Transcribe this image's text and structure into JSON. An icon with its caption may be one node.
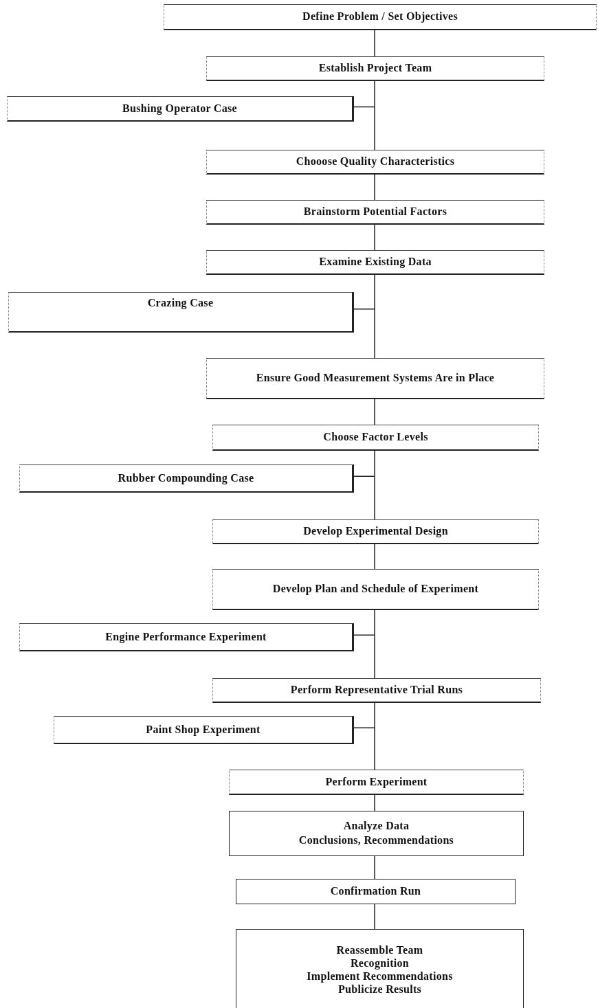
{
  "diagram": {
    "nodes": [
      {
        "text": [
          "Define Problem / Set Objectives"
        ]
      },
      {
        "text": [
          "Establish Project Team"
        ]
      },
      {
        "text": [
          "Bushing Operator Case"
        ]
      },
      {
        "text": [
          "Chooose Quality Characteristics"
        ]
      },
      {
        "text": [
          "Brainstorm Potential Factors"
        ]
      },
      {
        "text": [
          "Examine Existing Data"
        ]
      },
      {
        "text": [
          "Crazing Case"
        ]
      },
      {
        "text": [
          "Ensure Good Measurement Systems Are in Place"
        ]
      },
      {
        "text": [
          "Choose Factor Levels"
        ]
      },
      {
        "text": [
          "Rubber Compounding Case"
        ]
      },
      {
        "text": [
          "Develop Experimental Design"
        ]
      },
      {
        "text": [
          "Develop Plan and Schedule of Experiment"
        ]
      },
      {
        "text": [
          "Engine Performance Experiment"
        ]
      },
      {
        "text": [
          "Perform Representative Trial Runs"
        ]
      },
      {
        "text": [
          "Paint Shop Experiment"
        ]
      },
      {
        "text": [
          "Perform Experiment"
        ]
      },
      {
        "text": [
          "Analyze Data",
          "Conclusions, Recommendations"
        ]
      },
      {
        "text": [
          "Confirmation Run"
        ]
      },
      {
        "text": [
          "Reassemble Team",
          "Recognition",
          "Implement Recommendations",
          "Publicize Results"
        ]
      }
    ],
    "edges": [
      {
        "from": 0,
        "to": 1,
        "arrow": "none"
      },
      {
        "from": 1,
        "to": 3,
        "arrow": "none"
      },
      {
        "from": 2,
        "to": null,
        "arrow": "none"
      },
      {
        "from": 3,
        "to": 4,
        "arrow": "none"
      },
      {
        "from": 4,
        "to": 5,
        "arrow": "none"
      },
      {
        "from": 5,
        "to": 7,
        "arrow": "none"
      },
      {
        "from": 6,
        "to": null,
        "arrow": "none"
      },
      {
        "from": 7,
        "to": 8,
        "arrow": "none"
      },
      {
        "from": 8,
        "to": 10,
        "arrow": "none"
      },
      {
        "from": 9,
        "to": null,
        "arrow": "none"
      },
      {
        "from": 10,
        "to": 11,
        "arrow": "none"
      },
      {
        "from": 11,
        "to": 13,
        "arrow": "none"
      },
      {
        "from": 12,
        "to": null,
        "arrow": "none"
      },
      {
        "from": 13,
        "to": 15,
        "arrow": "none"
      },
      {
        "from": 14,
        "to": null,
        "arrow": "none"
      },
      {
        "from": 15,
        "to": 16,
        "arrow": "none"
      },
      {
        "from": 16,
        "to": 17,
        "arrow": "none"
      },
      {
        "from": 17,
        "to": 18,
        "arrow": "none"
      }
    ]
  }
}
